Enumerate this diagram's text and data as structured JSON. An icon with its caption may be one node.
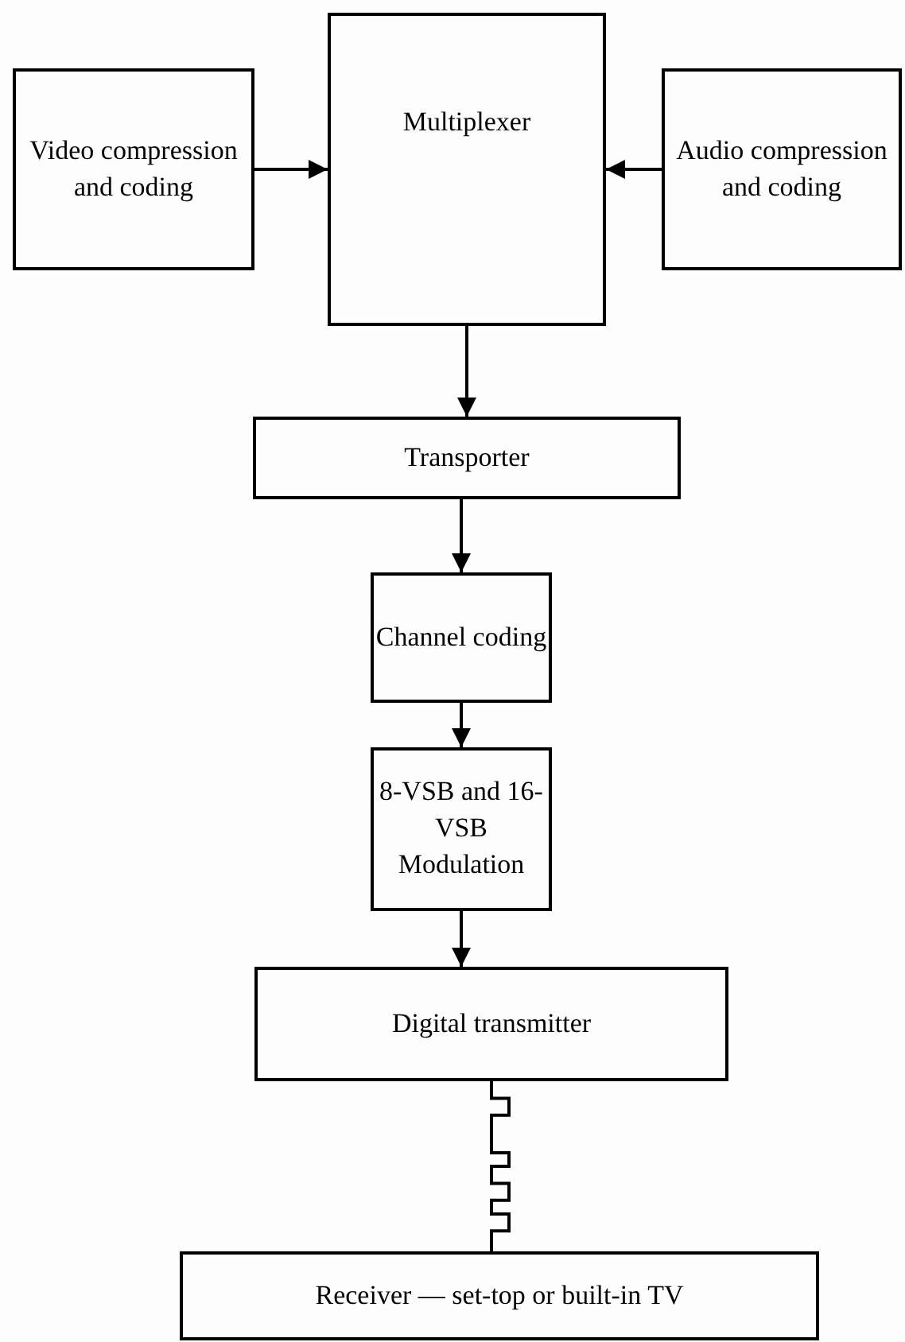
{
  "diagram": {
    "nodes": [
      {
        "text": [
          "Video compression and coding"
        ]
      },
      {
        "text": [
          "Multiplexer"
        ]
      },
      {
        "text": [
          "Audio compression and coding"
        ]
      },
      {
        "text": [
          "Transporter"
        ]
      },
      {
        "text": [
          "Channel coding"
        ]
      },
      {
        "text": [
          "8-VSB and 16-VSB Modulation"
        ]
      },
      {
        "text": [
          "Digital transmitter"
        ]
      },
      {
        "text": [
          "Receiver — set-top or built-in TV"
        ]
      }
    ],
    "edges": [
      {
        "from": 0,
        "to": 1,
        "arrow": "to"
      },
      {
        "from": 2,
        "to": 1,
        "arrow": "to"
      },
      {
        "from": 1,
        "to": 3,
        "arrow": "to"
      },
      {
        "from": 3,
        "to": 4,
        "arrow": "to"
      },
      {
        "from": 4,
        "to": 5,
        "arrow": "to"
      },
      {
        "from": 5,
        "to": 6,
        "arrow": "to"
      },
      {
        "from": 6,
        "to": 7,
        "arrow": "none"
      }
    ]
  }
}
